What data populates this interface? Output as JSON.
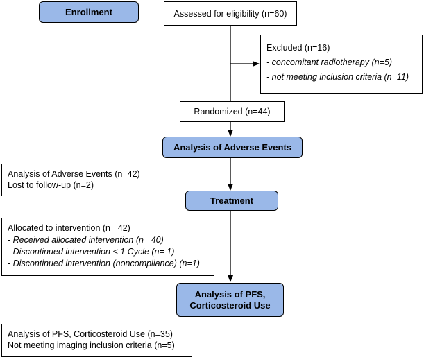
{
  "enrollment": "Enrollment",
  "assessed": "Assessed for eligibility (n=60)",
  "excluded": {
    "title": "Excluded  (n=16)",
    "items": [
      "- concomitant radiotherapy (n=5)",
      "- not meeting inclusion criteria (n=11)"
    ]
  },
  "randomized": "Randomized (n=44)",
  "adverse_phase": "Analysis of Adverse Events",
  "adverse_box": {
    "line1": "Analysis of Adverse Events (n=42)",
    "line2": "Lost to follow-up (n=2)"
  },
  "treatment_phase": "Treatment",
  "allocated": {
    "title": "Allocated to intervention (n= 42)",
    "items": [
      "- Received allocated intervention (n= 40)",
      "- Discontinued intervention < 1 Cycle (n= 1)",
      "- Discontinued intervention (noncompliance) (n=1)"
    ]
  },
  "pfs_phase": {
    "line1": "Analysis of PFS,",
    "line2": "Corticosteroid Use"
  },
  "pfs_box": {
    "line1": "Analysis of PFS, Corticosteroid Use (n=35)",
    "line2": "Not meeting imaging inclusion criteria (n=5)"
  },
  "colors": {
    "phase_fill": "#9ab8e8",
    "line": "#000000"
  }
}
